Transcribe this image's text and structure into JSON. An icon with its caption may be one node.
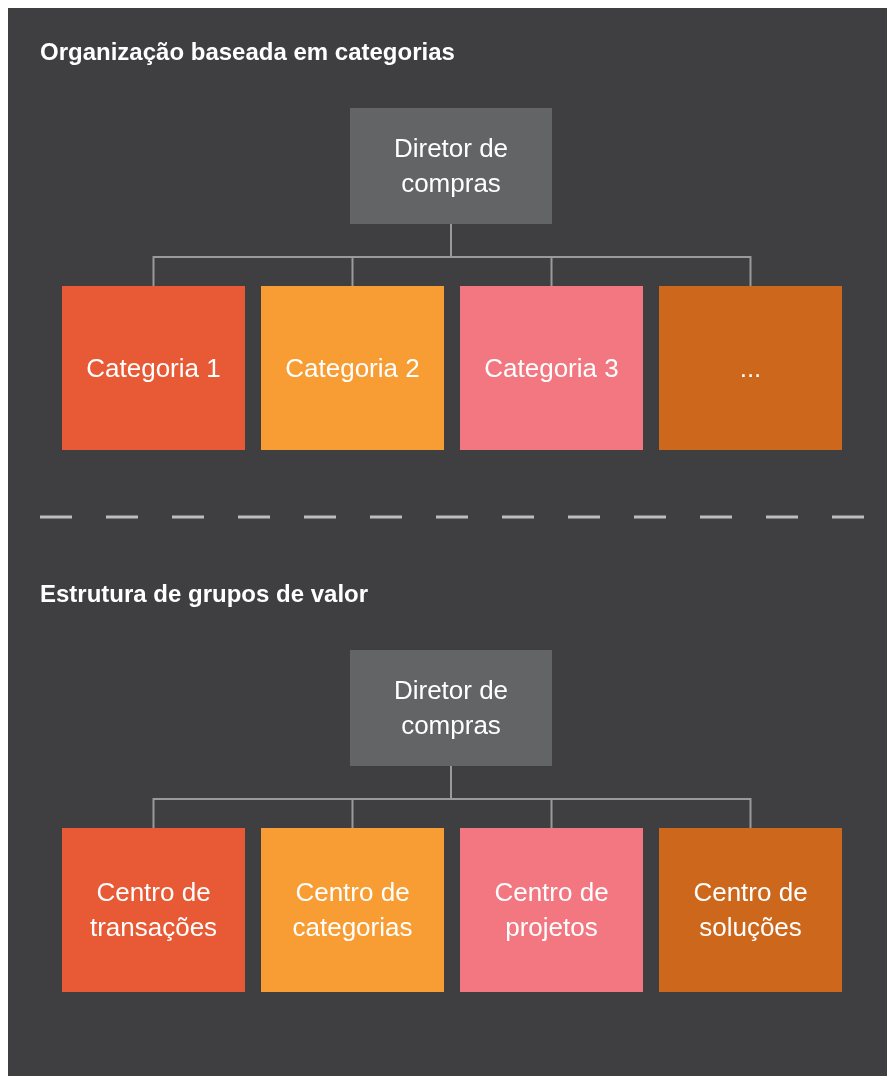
{
  "diagram": {
    "nodes": [
      {
        "text": [
          "Diretor de compras"
        ]
      },
      {
        "text": [
          "Categoria 1"
        ]
      },
      {
        "text": [
          "Categoria 2"
        ]
      },
      {
        "text": [
          "Categoria 3"
        ]
      },
      {
        "text": [
          "..."
        ]
      },
      {
        "text": [
          "Diretor de compras"
        ]
      },
      {
        "text": [
          "Centro de transações"
        ]
      },
      {
        "text": [
          "Centro de categorias"
        ]
      },
      {
        "text": [
          "Centro de projetos"
        ]
      },
      {
        "text": [
          "Centro de soluções"
        ]
      }
    ],
    "edges": [
      {
        "from": 0,
        "to": 1,
        "arrow": "none"
      },
      {
        "from": 0,
        "to": 2,
        "arrow": "none"
      },
      {
        "from": 0,
        "to": 3,
        "arrow": "none"
      },
      {
        "from": 0,
        "to": 4,
        "arrow": "none"
      },
      {
        "from": 5,
        "to": 6,
        "arrow": "none"
      },
      {
        "from": 5,
        "to": 7,
        "arrow": "none"
      },
      {
        "from": 5,
        "to": 8,
        "arrow": "none"
      },
      {
        "from": 5,
        "to": 9,
        "arrow": "none"
      }
    ],
    "labels": [
      "Organização baseada em categorias",
      "Estrutura de grupos de valor"
    ]
  }
}
